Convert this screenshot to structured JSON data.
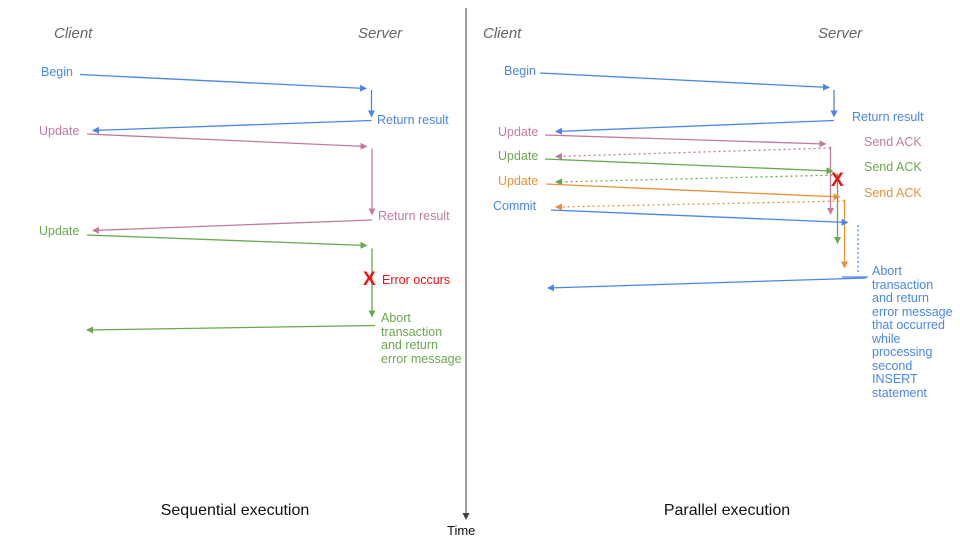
{
  "colors": {
    "blue": "#4A86E8",
    "pink": "#C27BA0",
    "green": "#6AA84F",
    "orange": "#E69138",
    "red": "#EA1111",
    "header_gray": "#666666",
    "axis_dark": "#3d3d3d",
    "title_black": "#111111"
  },
  "left_panel": {
    "title": "Sequential execution",
    "client_header": "Client",
    "server_header": "Server",
    "begin_label": "Begin",
    "return_result_1_label": "Return result",
    "update_1_label": "Update",
    "return_result_2_label": "Return result",
    "update_2_label": "Update",
    "error_x": "X",
    "error_label": "Error occurs",
    "abort_label": "Abort\ntransaction\nand return\nerror message"
  },
  "right_panel": {
    "title": "Parallel execution",
    "client_header": "Client",
    "server_header": "Server",
    "begin_label": "Begin",
    "return_result_label": "Return result",
    "update_1_label": "Update",
    "send_ack_1_label": "Send ACK",
    "update_2_label": "Update",
    "send_ack_2_label": "Send ACK",
    "update_3_label": "Update",
    "send_ack_3_label": "Send ACK",
    "commit_label": "Commit",
    "error_x": "X",
    "abort_label": "Abort\ntransaction\nand return\nerror message\nthat occurred\nwhile\nprocessing\nsecond\nINSERT\nstatement"
  },
  "time_axis": {
    "label": "Time"
  }
}
